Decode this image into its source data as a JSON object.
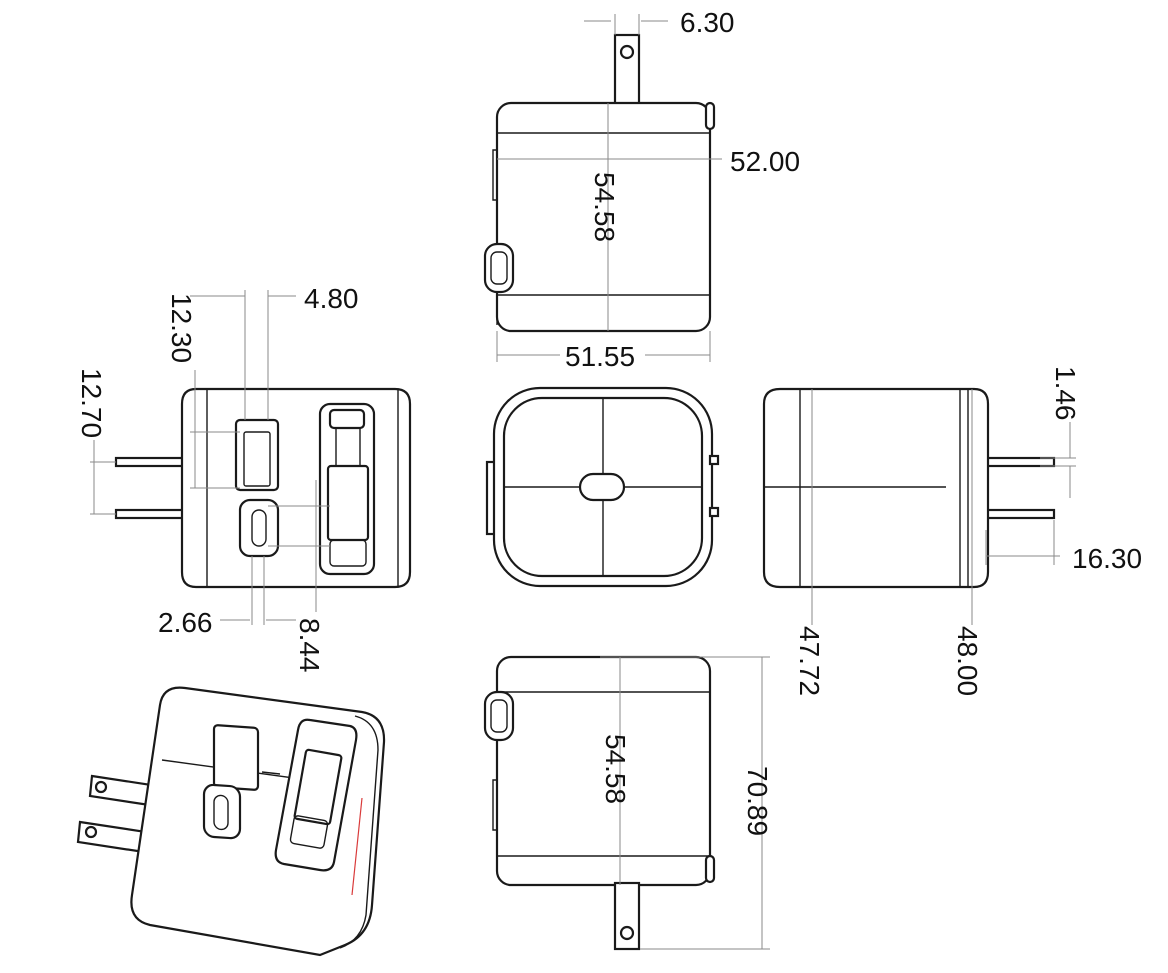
{
  "dimensions": {
    "prong_width": "6.30",
    "top_view_width": "52.00",
    "top_view_height": "54.58",
    "top_view_body_width": "51.55",
    "usb_a_offset": "12.30",
    "usb_a_width": "4.80",
    "prong_spacing": "12.70",
    "usb_c_offset": "2.66",
    "usb_c_width": "8.44",
    "prong_thickness": "1.46",
    "prong_length": "16.30",
    "side_body_width": "47.72",
    "side_total_width": "48.00",
    "bottom_view_height": "54.58",
    "bottom_total_height": "70.89"
  },
  "colors": {
    "outline": "#1a1a1a",
    "dimension_line": "#8a8a8a",
    "accent": "#d93a3a"
  }
}
